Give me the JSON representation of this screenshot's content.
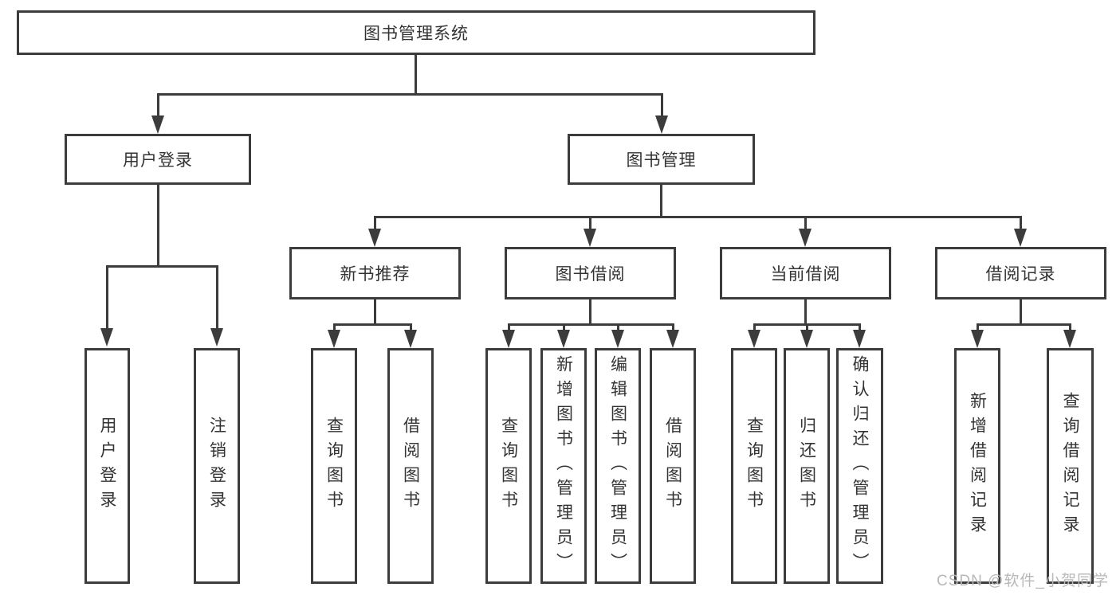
{
  "tree": {
    "label": "图书管理系统",
    "children": [
      {
        "label": "用户登录",
        "children": [
          {
            "label": "用户登录"
          },
          {
            "label": "注销登录"
          }
        ]
      },
      {
        "label": "图书管理",
        "children": [
          {
            "label": "新书推荐",
            "children": [
              {
                "label": "查询图书"
              },
              {
                "label": "借阅图书"
              }
            ]
          },
          {
            "label": "图书借阅",
            "children": [
              {
                "label": "查询图书"
              },
              {
                "label": "新增图书（管理员）"
              },
              {
                "label": "编辑图书（管理员）"
              },
              {
                "label": "借阅图书"
              }
            ]
          },
          {
            "label": "当前借阅",
            "children": [
              {
                "label": "查询图书"
              },
              {
                "label": "归还图书"
              },
              {
                "label": "确认归还（管理员）"
              }
            ]
          },
          {
            "label": "借阅记录",
            "children": [
              {
                "label": "新增借阅记录"
              },
              {
                "label": "查询借阅记录"
              }
            ]
          }
        ]
      }
    ]
  },
  "watermark": {
    "text": "CSDN @软件_小贺同学",
    "color": "#b8b8b8"
  },
  "colors": {
    "line": "#3c3c3c",
    "border": "#3c3c3c",
    "text": "#333333",
    "background": "#ffffff"
  }
}
